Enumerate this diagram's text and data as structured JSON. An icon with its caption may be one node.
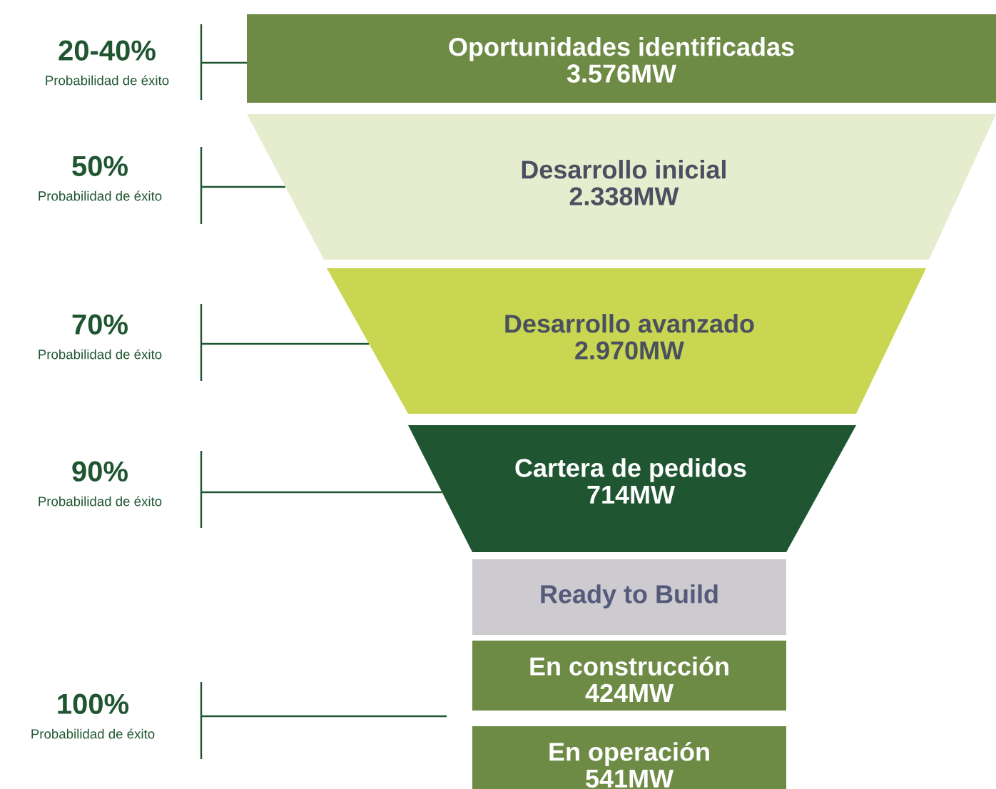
{
  "diagram": {
    "nodes": [
      {
        "text": [
          "Oportunidades identificadas",
          "3.576MW"
        ]
      },
      {
        "text": [
          "Desarrollo inicial",
          "2.338MW"
        ]
      },
      {
        "text": [
          "Desarrollo avanzado",
          "2.970MW"
        ]
      },
      {
        "text": [
          "Cartera de pedidos",
          "714MW"
        ]
      },
      {
        "text": [
          "Ready to Build"
        ]
      },
      {
        "text": [
          "En construcción",
          "424MW"
        ]
      },
      {
        "text": [
          "En operación",
          "541MW"
        ]
      },
      {
        "text": [
          "20-40%",
          "Probabilidad de éxito"
        ]
      },
      {
        "text": [
          "50%",
          "Probabilidad de éxito"
        ]
      },
      {
        "text": [
          "70%",
          "Probabilidad de éxito"
        ]
      },
      {
        "text": [
          "90%",
          "Probabilidad de éxito"
        ]
      },
      {
        "text": [
          "100%",
          "Probabilidad de éxito"
        ]
      }
    ],
    "edges": [
      {
        "from": 7,
        "to": 0,
        "arrow": "none"
      },
      {
        "from": 8,
        "to": 1,
        "arrow": "none"
      },
      {
        "from": 9,
        "to": 2,
        "arrow": "none"
      },
      {
        "from": 10,
        "to": 3,
        "arrow": "none"
      },
      {
        "from": 11,
        "to": null,
        "arrow": "none"
      }
    ]
  }
}
